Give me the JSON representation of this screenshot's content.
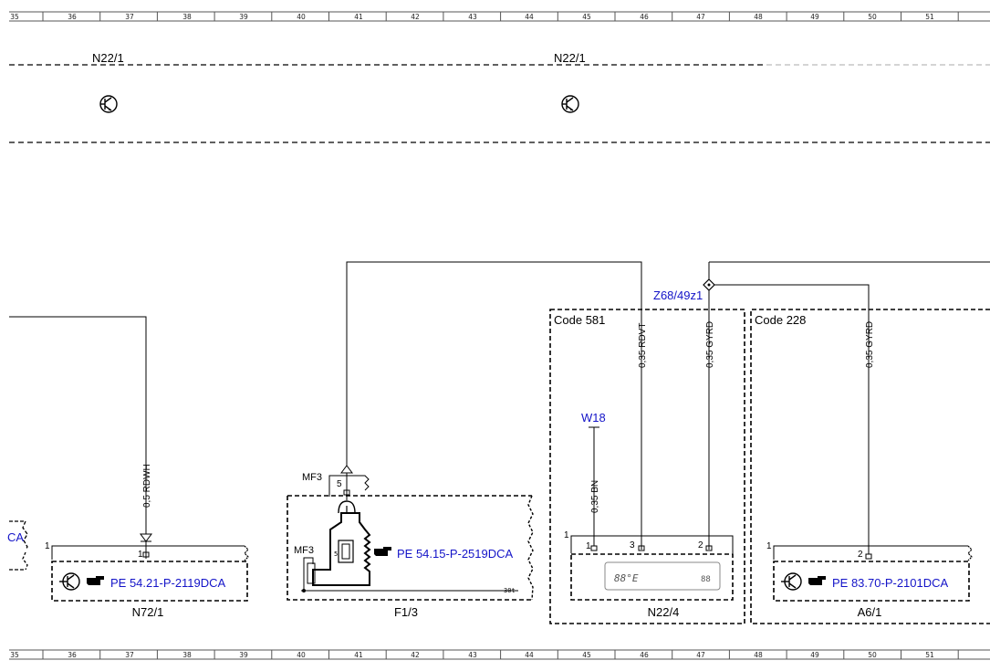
{
  "ruler": {
    "numbers": [
      "35",
      "36",
      "37",
      "38",
      "39",
      "40",
      "41",
      "42",
      "43",
      "44",
      "45",
      "46",
      "47",
      "48",
      "49",
      "50",
      "51"
    ]
  },
  "top_components": [
    {
      "label": "N22/1"
    },
    {
      "label": "N22/1"
    }
  ],
  "components": {
    "n72_1": {
      "label": "N72/1",
      "ref": "PE 54.21-P-2119DCA",
      "pin": "1",
      "frame_pin": "1",
      "wire": "0,5 RDWH"
    },
    "f1_3": {
      "label": "F1/3",
      "ref": "PE 54.15-P-2519DCA",
      "connector_top": "MF3",
      "connector_side": "MF3",
      "pin": "5",
      "fuse_num": "5",
      "pin_30t": "30t"
    },
    "n22_4": {
      "label": "N22/4",
      "code": "Code 581",
      "frame_pin": "1",
      "display_text": "88°E",
      "display_right": "88",
      "pins": [
        "1",
        "3",
        "2"
      ],
      "wires": [
        "0,35 BN",
        "0,35 RDVT",
        "0,35 GYRD"
      ],
      "ground": "W18"
    },
    "a6_1": {
      "label": "A6/1",
      "code": "Code 228",
      "ref": "PE 83.70-P-2101DCA",
      "frame_pin": "1",
      "pin": "2",
      "wire": "0,35 GYRD"
    },
    "splice": {
      "label": "Z68/49z1"
    },
    "left_cut": {
      "ref_fragment": "CA"
    }
  },
  "colors": {
    "wire": "#000000",
    "link": "#1414c8"
  }
}
